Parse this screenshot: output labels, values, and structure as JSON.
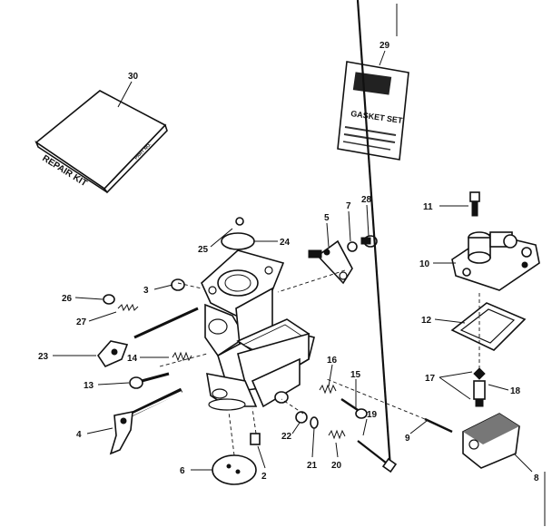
{
  "diagram": {
    "repair_kit_box": {
      "text": "REPAIR KIT",
      "side_text": "PART NO."
    },
    "gasket_set_card": {
      "top_text": "GASKET SET",
      "fine_lines": [
        "",
        ""
      ]
    },
    "callouts": [
      {
        "id": "30",
        "text": "30"
      },
      {
        "id": "29",
        "text": "29"
      },
      {
        "id": "11",
        "text": "11"
      },
      {
        "id": "5",
        "text": "5"
      },
      {
        "id": "7",
        "text": "7"
      },
      {
        "id": "28",
        "text": "28"
      },
      {
        "id": "25",
        "text": "25"
      },
      {
        "id": "24",
        "text": "24"
      },
      {
        "id": "10",
        "text": "10"
      },
      {
        "id": "3",
        "text": "3"
      },
      {
        "id": "26",
        "text": "26"
      },
      {
        "id": "27",
        "text": "27"
      },
      {
        "id": "12",
        "text": "12"
      },
      {
        "id": "23",
        "text": "23"
      },
      {
        "id": "14",
        "text": "14"
      },
      {
        "id": "16",
        "text": "16"
      },
      {
        "id": "15",
        "text": "15"
      },
      {
        "id": "17",
        "text": "17"
      },
      {
        "id": "18",
        "text": "18"
      },
      {
        "id": "13",
        "text": "13"
      },
      {
        "id": "19",
        "text": "19"
      },
      {
        "id": "4",
        "text": "4"
      },
      {
        "id": "22",
        "text": "22"
      },
      {
        "id": "9",
        "text": "9"
      },
      {
        "id": "21",
        "text": "21"
      },
      {
        "id": "20",
        "text": "20"
      },
      {
        "id": "6",
        "text": "6"
      },
      {
        "id": "2",
        "text": "2"
      },
      {
        "id": "8",
        "text": "8"
      }
    ]
  }
}
